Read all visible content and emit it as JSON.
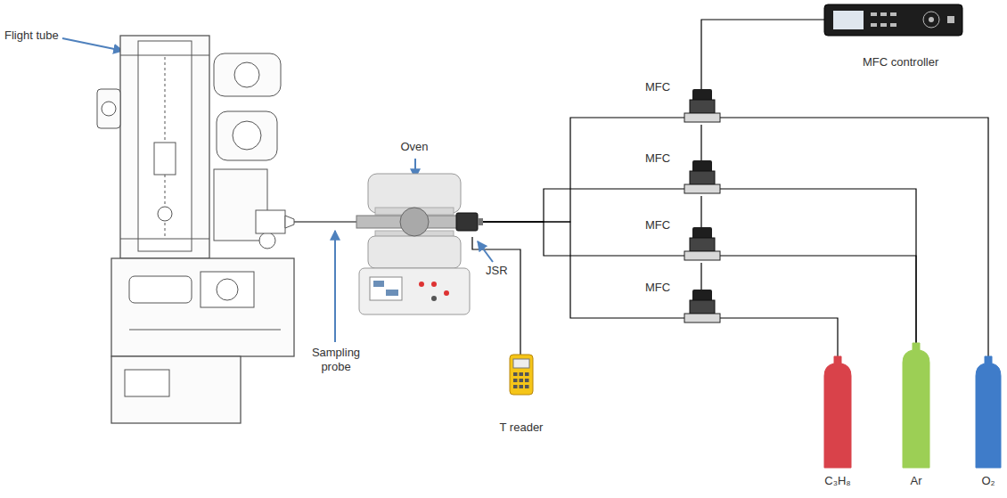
{
  "diagram": {
    "nodes": [
      {
        "text": [
          "Flight tube"
        ]
      },
      {
        "text": [
          "Oven"
        ]
      },
      {
        "text": [
          "JSR"
        ]
      },
      {
        "text": [
          "T reader"
        ]
      },
      {
        "text": [
          "MFC controller"
        ]
      },
      {
        "text": [
          "MFC"
        ]
      },
      {
        "text": [
          "MFC"
        ]
      },
      {
        "text": [
          "MFC"
        ]
      },
      {
        "text": [
          "MFC"
        ]
      },
      {
        "text": [
          "C₃H₈"
        ]
      },
      {
        "text": [
          "Ar"
        ]
      },
      {
        "text": [
          "O₂"
        ]
      }
    ],
    "edges": [
      {
        "from": 4,
        "to": 5,
        "arrow": "none"
      },
      {
        "from": 5,
        "to": 6,
        "arrow": "none"
      },
      {
        "from": 6,
        "to": 7,
        "arrow": "none"
      },
      {
        "from": 7,
        "to": 8,
        "arrow": "none"
      },
      {
        "from": 11,
        "to": 5,
        "arrow": "none"
      },
      {
        "from": 10,
        "to": 6,
        "arrow": "none"
      },
      {
        "from": 10,
        "to": 7,
        "arrow": "none"
      },
      {
        "from": 9,
        "to": 8,
        "arrow": "none"
      },
      {
        "from": 5,
        "to": 2,
        "arrow": "none"
      },
      {
        "from": 6,
        "to": 2,
        "arrow": "none"
      },
      {
        "from": 7,
        "to": 2,
        "arrow": "none"
      },
      {
        "from": 8,
        "to": 2,
        "arrow": "none"
      },
      {
        "from": 3,
        "to": 2,
        "arrow": "none"
      },
      {
        "from": 2,
        "to": 0,
        "arrow": "none"
      }
    ],
    "labels": [
      "Sampling probe"
    ]
  }
}
